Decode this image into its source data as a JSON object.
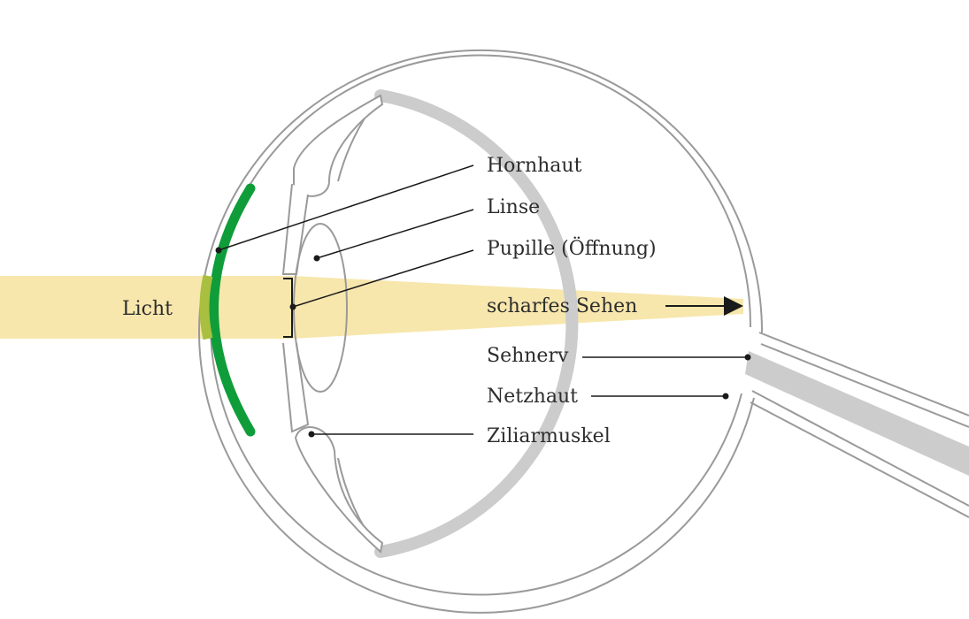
{
  "labels": {
    "light": "Licht",
    "cornea": "Hornhaut",
    "lens": "Linse",
    "pupil": "Pupille (Öffnung)",
    "sharp_vision": "scharfes Sehen",
    "optic_nerve": "Sehnerv",
    "retina": "Netzhaut",
    "ciliary_muscle": "Ziliarmuskel"
  },
  "colors": {
    "cornea": "#0f9d3a",
    "light_beam": "#f7e7ad",
    "outline": "#9a9a9a",
    "retina": "#cccccc",
    "text": "#2d2d2d",
    "pointer": "#1a1a1a"
  }
}
